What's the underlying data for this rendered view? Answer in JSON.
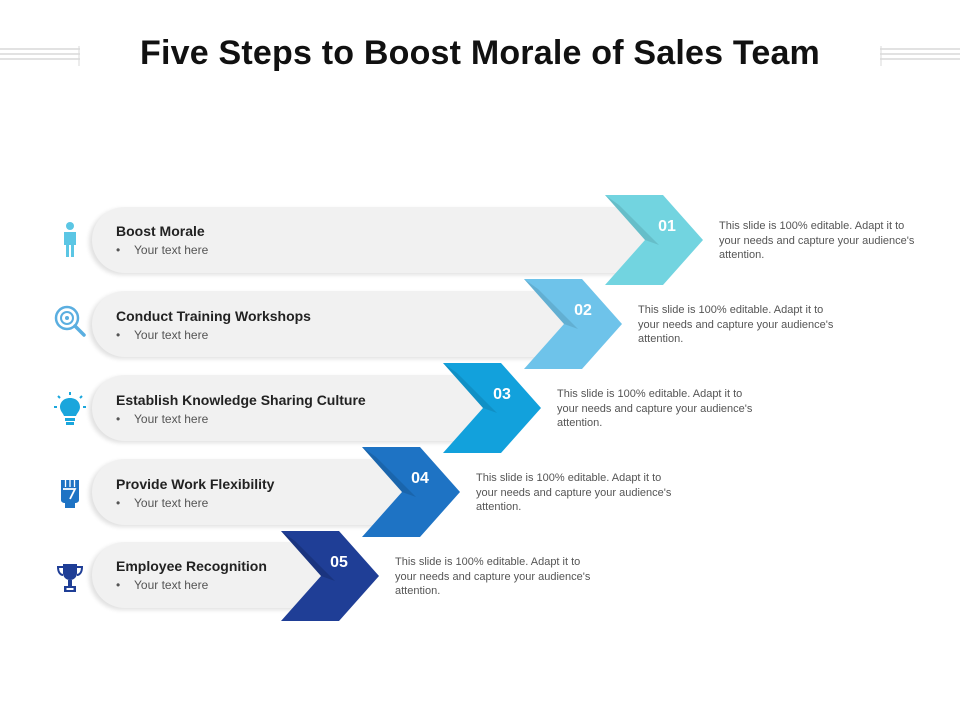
{
  "title": "Five Steps to Boost Morale of Sales Team",
  "steps": [
    {
      "number": "01",
      "title": "Boost Morale",
      "bullet": "Your text here",
      "description": "This slide is 100% editable. Adapt it to your needs and capture your audience's attention.",
      "color": "#72d4e0",
      "icon": "person-icon"
    },
    {
      "number": "02",
      "title": "Conduct Training Workshops",
      "bullet": "Your text here",
      "description": "This slide is 100% editable. Adapt it to your needs and capture your audience's attention.",
      "color": "#6ec3ea",
      "icon": "magnifier-target-icon"
    },
    {
      "number": "03",
      "title": "Establish Knowledge Sharing Culture",
      "bullet": "Your text here",
      "description": "This slide is 100% editable. Adapt it to your needs and capture your audience's attention.",
      "color": "#12a1dc",
      "icon": "lightbulb-icon"
    },
    {
      "number": "04",
      "title": "Provide Work Flexibility",
      "bullet": "Your text here",
      "description": "This slide is 100% editable. Adapt it to your needs and capture your audience's attention.",
      "color": "#1e73c4",
      "icon": "fist-icon"
    },
    {
      "number": "05",
      "title": "Employee Recognition",
      "bullet": "Your text here",
      "description": "This slide is 100% editable. Adapt it to your needs and capture your audience's attention.",
      "color": "#1f3e96",
      "icon": "trophy-icon"
    }
  ]
}
